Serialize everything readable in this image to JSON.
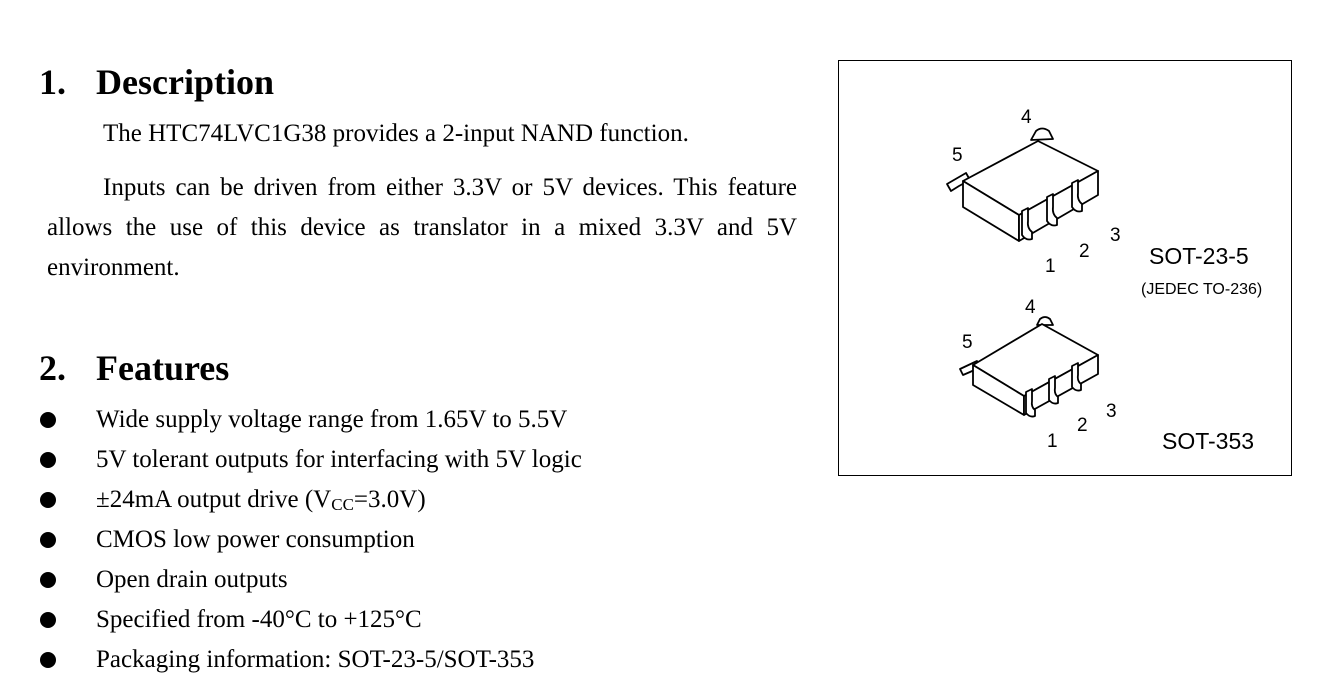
{
  "description": {
    "number": "1.",
    "title": "Description",
    "paragraphs": [
      "The HTC74LVC1G38 provides a 2-input NAND function.",
      "Inputs can be driven from either 3.3V or 5V devices. This feature allows the use of this device as translator in a mixed 3.3V and 5V environment."
    ]
  },
  "features": {
    "number": "2.",
    "title": "Features",
    "items": [
      {
        "text": "Wide supply voltage range from 1.65V to 5.5V"
      },
      {
        "text": "5V tolerant outputs for interfacing with 5V logic"
      },
      {
        "pre": "±24mA output drive (V",
        "sub": "CC",
        "post": "=3.0V)"
      },
      {
        "text": "CMOS low power consumption"
      },
      {
        "text": "Open drain outputs"
      },
      {
        "text": "Specified from -40°C to +125°C"
      },
      {
        "text": "Packaging information: SOT-23-5/SOT-353"
      }
    ]
  },
  "packages": [
    {
      "name": "SOT-23-5",
      "note": "(JEDEC TO-236)",
      "pins": [
        "1",
        "2",
        "3",
        "4",
        "5"
      ]
    },
    {
      "name": "SOT-353",
      "pins": [
        "1",
        "2",
        "3",
        "4",
        "5"
      ]
    }
  ]
}
